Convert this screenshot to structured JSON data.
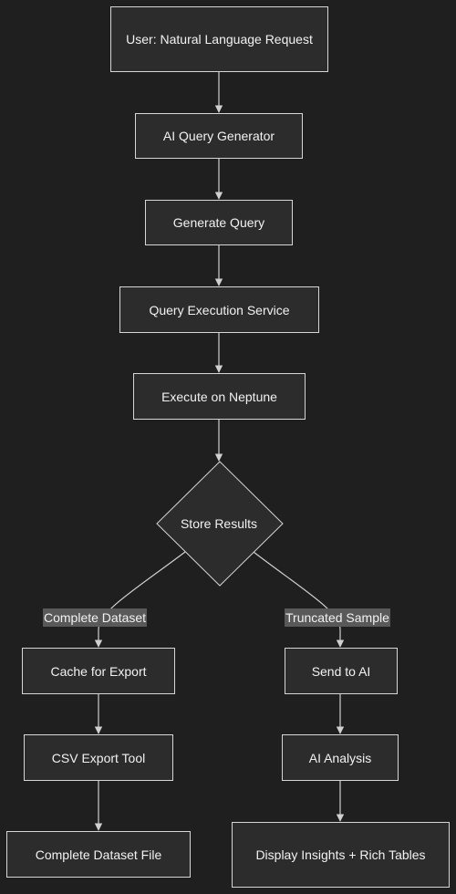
{
  "nodes": {
    "user_request": "User: Natural Language Request",
    "ai_query_generator": "AI Query Generator",
    "generate_query": "Generate Query",
    "query_execution_service": "Query Execution Service",
    "execute_on_neptune": "Execute on Neptune",
    "store_results": "Store Results",
    "cache_for_export": "Cache for Export",
    "csv_export_tool": "CSV Export Tool",
    "complete_dataset_file": "Complete Dataset File",
    "send_to_ai": "Send to AI",
    "ai_analysis": "AI Analysis",
    "display_insights": "Display Insights + Rich Tables"
  },
  "edge_labels": {
    "complete_dataset": "Complete Dataset",
    "truncated_sample": "Truncated Sample"
  },
  "colors": {
    "background": "#1f1f1f",
    "node_fill": "#2c2c2c",
    "node_border": "#d6d6d6",
    "edge": "#d0d0d0",
    "label_background": "#595959",
    "text": "#f2f2f2"
  }
}
